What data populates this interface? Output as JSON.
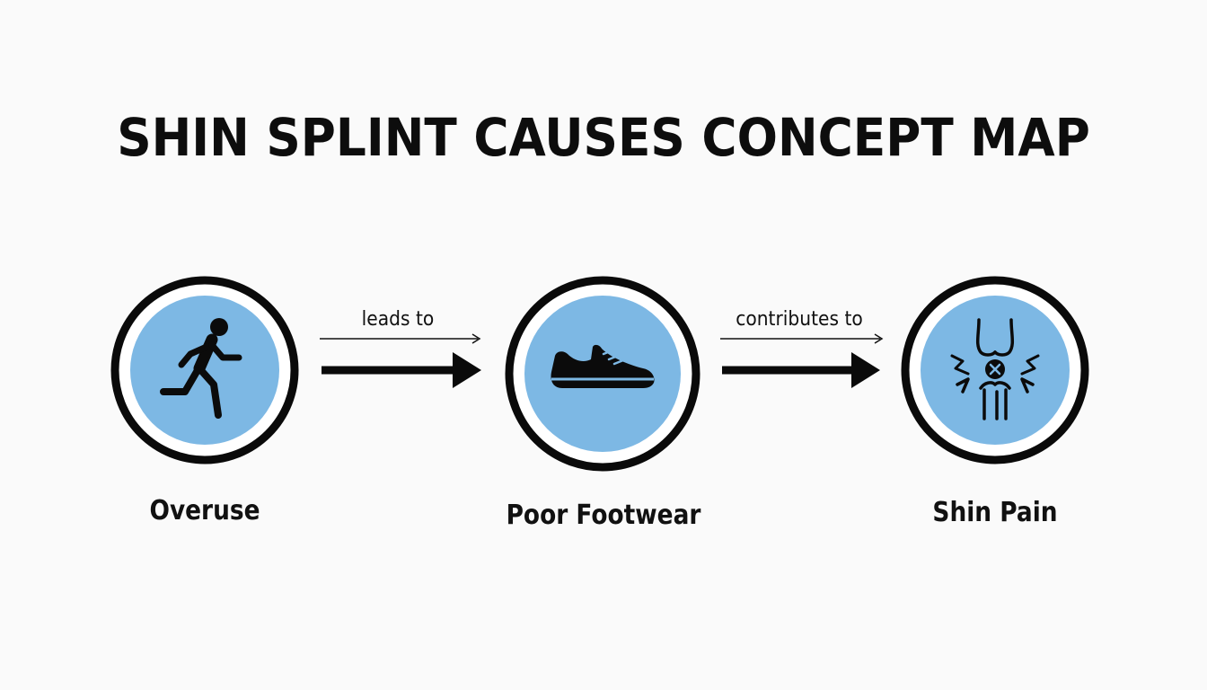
{
  "title": "SHIN SPLINT CAUSES CONCEPT MAP",
  "colors": {
    "node_fill": "#7db8e4",
    "ring": "#0a0a0a",
    "text": "#111111",
    "background": "#fafafa"
  },
  "nodes": [
    {
      "id": "overuse",
      "label": "Overuse",
      "icon": "running-person-icon"
    },
    {
      "id": "poor-footwear",
      "label": "Poor Footwear",
      "icon": "sneaker-icon"
    },
    {
      "id": "shin-pain",
      "label": "Shin Pain",
      "icon": "knee-joint-pain-icon"
    }
  ],
  "edges": [
    {
      "from": "overuse",
      "to": "poor-footwear",
      "label": "leads to"
    },
    {
      "from": "poor-footwear",
      "to": "shin-pain",
      "label": "contributes to"
    }
  ]
}
